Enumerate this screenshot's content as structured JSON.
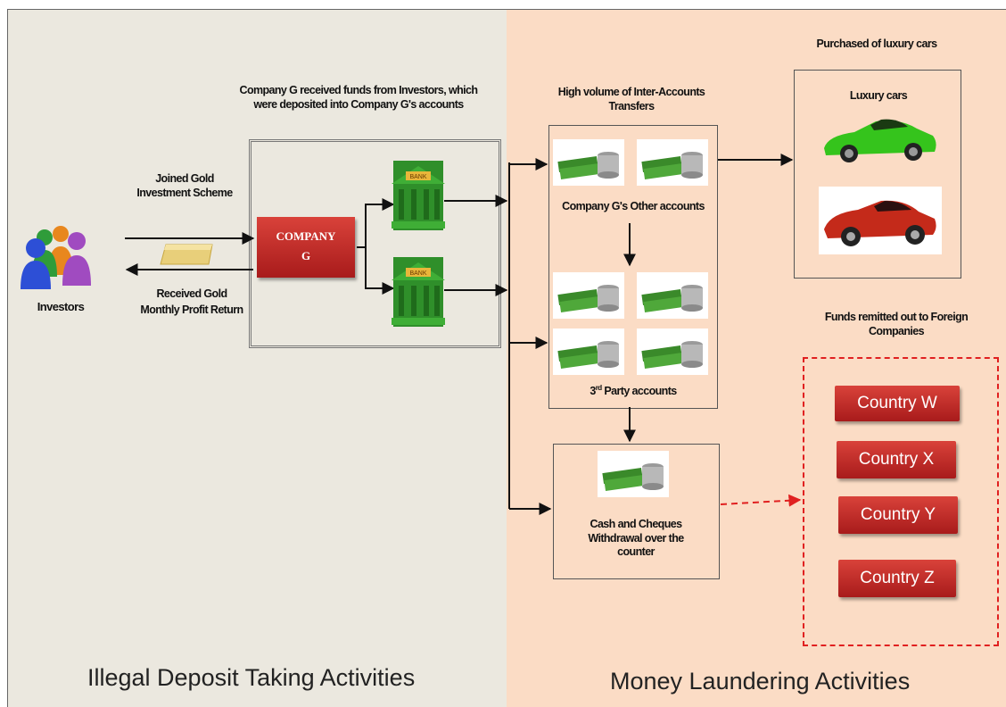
{
  "panels": {
    "left_title": "Illegal Deposit Taking Activities",
    "right_title": "Money Laundering Activities"
  },
  "left": {
    "investors_label": "Investors",
    "joined_label": "Joined Gold Investment Scheme",
    "received_gold": "Received Gold",
    "monthly_profit": "Monthly Profit Return",
    "company_g_note": "Company G received funds from Investors, which were deposited into Company G's accounts",
    "company_line1": "COMPANY",
    "company_line2": "G",
    "bank_sign": "BANK"
  },
  "right": {
    "high_volume": "High volume of Inter-Accounts Transfers",
    "other_accounts": "Company G's Other accounts",
    "third_party_prefix": "3",
    "third_party_sup": "rd",
    "third_party_suffix": " Party accounts",
    "cash_cheques": "Cash and Cheques Withdrawal over the counter",
    "purchased": "Purchased of luxury cars",
    "luxury_cars": "Luxury cars",
    "funds_remitted": "Funds remitted out to Foreign Companies",
    "countries": [
      "Country W",
      "Country X",
      "Country Y",
      "Country Z"
    ]
  },
  "colors": {
    "left_bg": "#ebe8df",
    "right_bg": "#fbdcc5",
    "company_red": "#c0302a",
    "bank_green": "#2f8f2a",
    "car_green": "#35c41c",
    "car_red": "#c42a1a",
    "dashed_red": "#e02020"
  },
  "icons": [
    "investors-people-icon",
    "gold-bar-icon",
    "bank-building-icon",
    "money-stack-icon",
    "green-sports-car-icon",
    "red-sports-car-icon"
  ]
}
